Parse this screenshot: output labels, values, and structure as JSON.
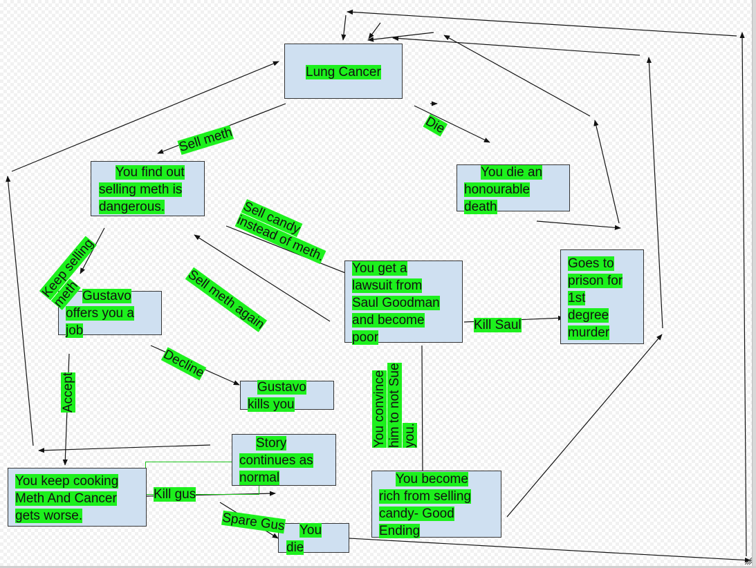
{
  "colors": {
    "node_fill": "#cfe0f1",
    "highlight": "#1df01d",
    "border": "#333333",
    "arrow": "#111111"
  },
  "nodes": {
    "lung_cancer": "Lung Cancer",
    "find_out": "You find out\nselling meth is\ndangerous.",
    "die_honourable": "You die an\nhonourable\ndeath",
    "gustavo_offers": "Gustavo\noffers you a\njob",
    "lawsuit": "You get a\nlawsuit from\nSaul Goodman\nand become\npoor",
    "prison": "Goes to\nprison for\n1st\ndegree\nmurder",
    "gustavo_kills": "Gustavo\nkills you",
    "story_continues": "Story\ncontinues as\nnormal",
    "keep_cooking": "You keep cooking\nMeth And Cancer\ngets worse.",
    "rich_candy": "You become\nrich from selling\ncandy- Good\nEnding",
    "you_die": "You\ndie"
  },
  "labels": {
    "sell_meth": "Sell meth",
    "die": "Die",
    "sell_candy": "Sell candy\ninstead of meth.",
    "keep_selling": "Keep selling\nmeth",
    "sell_meth_again": "Sell meth again",
    "kill_saul": "Kill Saul",
    "decline": "Decline",
    "accept": "Accept",
    "convince": "You convince\nhim to not Sue\nyou.",
    "kill_gus": "Kill gus",
    "spare_gus": "Spare Gus"
  }
}
